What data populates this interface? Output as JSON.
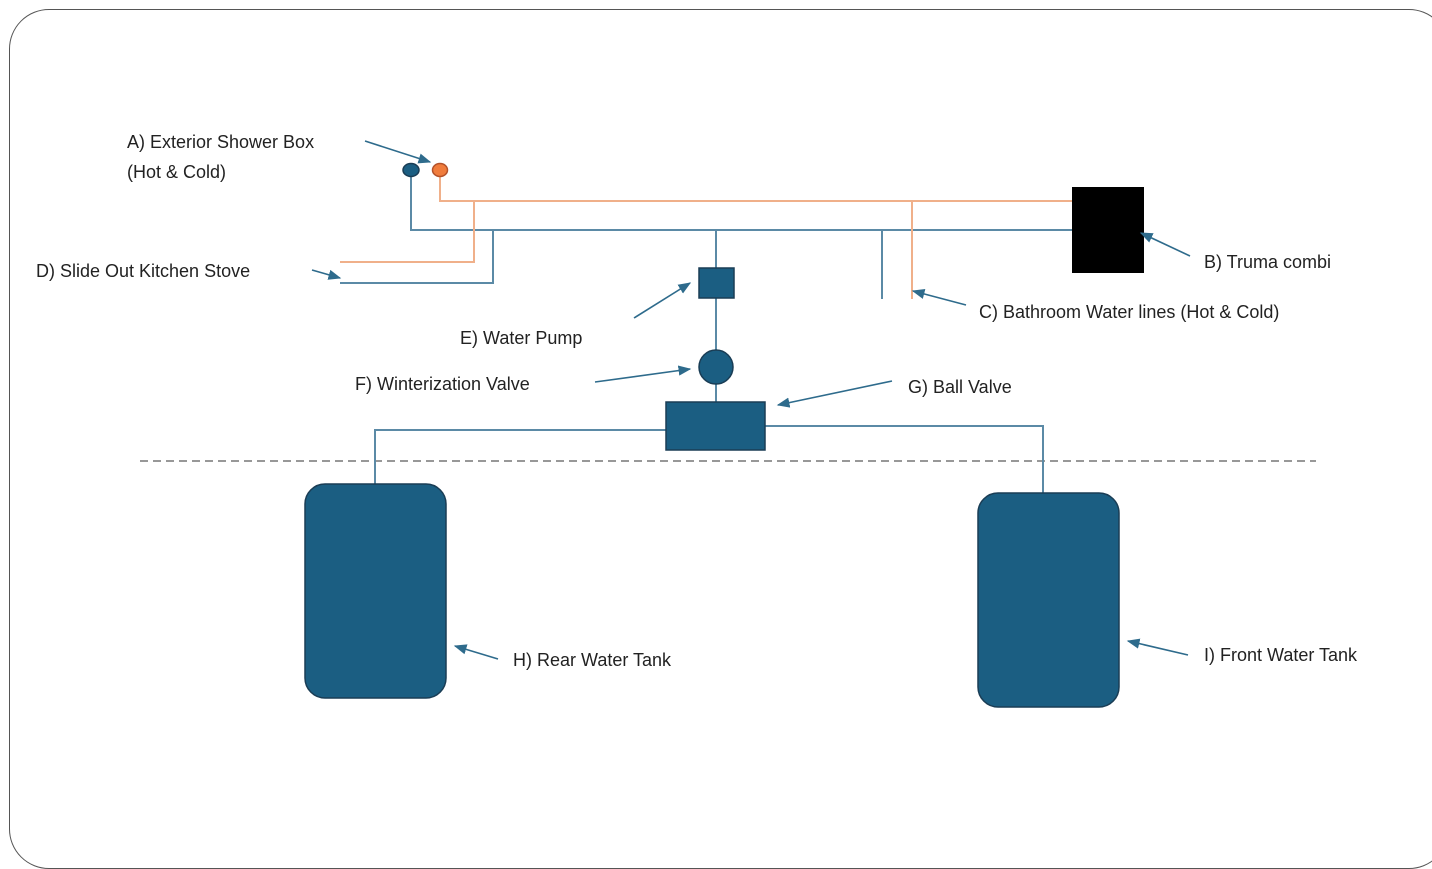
{
  "labels": {
    "a_line1": "A) Exterior Shower Box",
    "a_line2": "(Hot & Cold)",
    "b": "B) Truma combi",
    "c": "C) Bathroom Water lines (Hot & Cold)",
    "d": "D) Slide Out Kitchen Stove",
    "e": "E) Water Pump",
    "f": "F) Winterization Valve",
    "g": "G) Ball Valve",
    "h": "H) Rear Water Tank",
    "i": "I) Front Water Tank"
  },
  "colors": {
    "component": "#1b5e82",
    "cold_line": "#5b8aa6",
    "hot_line": "#f0b08a",
    "hot_outlet": "#f07c3c",
    "heater": "#000000",
    "arrow": "#2e6b8c",
    "divider": "#777777"
  }
}
